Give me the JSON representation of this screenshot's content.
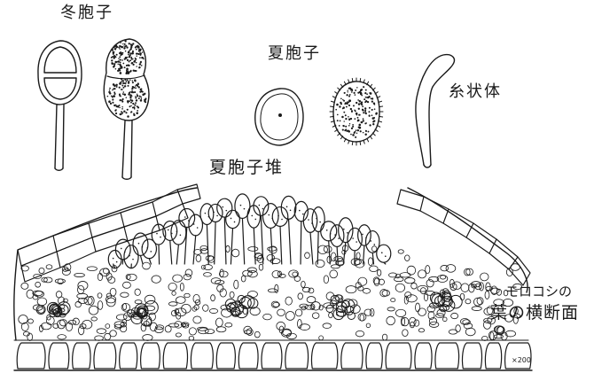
{
  "labels": {
    "winter_spore": "冬胞子",
    "summer_spore": "夏胞子",
    "threadlike_body": "糸状体",
    "summer_spore_sorus": "夏胞子堆",
    "section_line1": "モロコシの",
    "section_line2": "葉の横断面",
    "magnification": "×200"
  },
  "colors": {
    "ink": "#1a1a1a",
    "paper": "#ffffff"
  }
}
